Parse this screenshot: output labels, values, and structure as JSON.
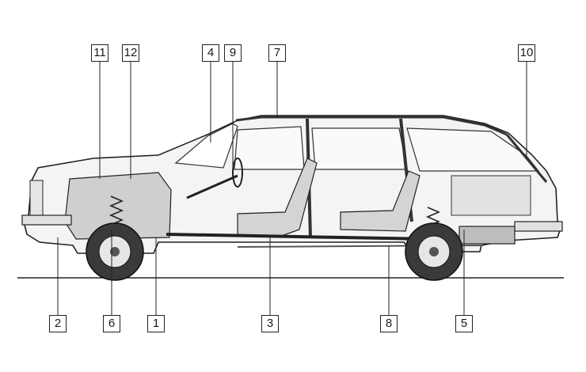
{
  "callouts": {
    "c1": "1",
    "c2": "2",
    "c3": "3",
    "c4": "4",
    "c5": "5",
    "c6": "6",
    "c7": "7",
    "c8": "8",
    "c9": "9",
    "c10": "10",
    "c11": "11",
    "c12": "12"
  },
  "colors": {
    "ink": "#222222",
    "shade": "#d9d9d9",
    "dark": "#555555"
  }
}
